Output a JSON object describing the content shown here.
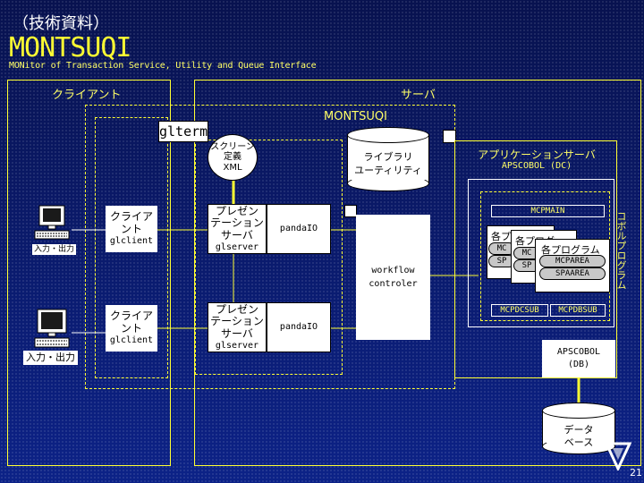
{
  "header": {
    "category": "（技術資料）",
    "title": "MONTSUQI",
    "subtitle": "MONitor of Transaction Service, Utility and Queue Interface"
  },
  "regions": {
    "client": "クライアント",
    "server": "サーバ",
    "montsuqi": "MONTSUQI"
  },
  "glterm": "glterm",
  "screen_def": [
    "スクリーン",
    "定義",
    "XML"
  ],
  "library": [
    "ライブラリ",
    "ユーティリティ"
  ],
  "app_server": {
    "title": "アプリケーションサーバ",
    "subtitle": "APSCOBOL (DC)"
  },
  "mcpmain": "MCPMAIN",
  "program_stack": {
    "heading": "各プログラム",
    "back_label_1": "各プ",
    "back_label_2": "各プログ",
    "back_pill_1": "MC",
    "back_pill_2": "SP",
    "items": [
      "MCPAREA",
      "SPAAREA"
    ]
  },
  "mcpdcsub": "MCPDCSUB",
  "mcpdbsub": "MCPDBSUB",
  "vertical_label": "コボルプログラム",
  "apscobol_db": [
    "APSCOBOL",
    "(DB)"
  ],
  "database": [
    "データ",
    "ベース"
  ],
  "io_label_1": "入力・出力",
  "io_label_2": "入力・出力",
  "client1": {
    "name": [
      "クライア",
      "ント"
    ],
    "proc": "glclient"
  },
  "client2": {
    "name": [
      "クライア",
      "ント"
    ],
    "proc": "glclient"
  },
  "pres1": {
    "name": [
      "プレゼン",
      "テーション",
      "サーバ"
    ],
    "proc": "glserver"
  },
  "pres2": {
    "name": [
      "プレゼン",
      "テーション",
      "サーバ"
    ],
    "proc": "glserver"
  },
  "pandaio_1": "pandaIO",
  "pandaio_2": "pandaIO",
  "workflow": [
    "workflow",
    "controler"
  ],
  "page_number": "21",
  "colors": {
    "line": "#ffff33",
    "background": "#0a1a6e",
    "box": "#ffffff"
  }
}
